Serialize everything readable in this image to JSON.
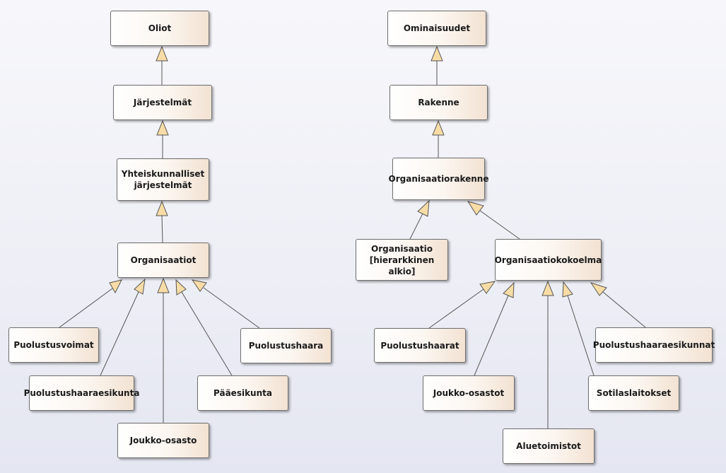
{
  "nodes": {
    "oliot": "Oliot",
    "jarjestelmat": "Järjestelmät",
    "yhteiskunnalliset": "Yhteiskunnalliset\njärjestelmät",
    "organisaatiot": "Organisaatiot",
    "puolustusvoimat": "Puolustusvoimat",
    "puolustushaaraesikunta": "Puolustushaaraesikunta",
    "joukko_osasto": "Joukko-osasto",
    "paaesikunta": "Pääesikunta",
    "puolustushaara": "Puolustushaara",
    "ominaisuudet": "Ominaisuudet",
    "rakenne": "Rakenne",
    "organisaatiorakenne": "Organisaatiorakenne",
    "organisaatio": "Organisaatio\n[hierarkkinen alkio]",
    "organisaatiokokoelma": "Organisaatiokokoelma",
    "puolustushaarat": "Puolustushaarat",
    "joukko_osastot": "Joukko-osastot",
    "aluetoimistot": "Aluetoimistot",
    "sotilaslaitokset": "Sotilaslaitokset",
    "puolustushaaraesikunnat": "Puolustushaaraesikunnat"
  },
  "generalizations": [
    {
      "from": "jarjestelmat",
      "to": "oliot"
    },
    {
      "from": "yhteiskunnalliset",
      "to": "jarjestelmat"
    },
    {
      "from": "organisaatiot",
      "to": "yhteiskunnalliset"
    },
    {
      "from": "puolustusvoimat",
      "to": "organisaatiot"
    },
    {
      "from": "puolustushaaraesikunta",
      "to": "organisaatiot"
    },
    {
      "from": "joukko_osasto",
      "to": "organisaatiot"
    },
    {
      "from": "paaesikunta",
      "to": "organisaatiot"
    },
    {
      "from": "puolustushaara",
      "to": "organisaatiot"
    },
    {
      "from": "rakenne",
      "to": "ominaisuudet"
    },
    {
      "from": "organisaatiorakenne",
      "to": "rakenne"
    },
    {
      "from": "organisaatio",
      "to": "organisaatiorakenne"
    },
    {
      "from": "organisaatiokokoelma",
      "to": "organisaatiorakenne"
    },
    {
      "from": "puolustushaarat",
      "to": "organisaatiokokoelma"
    },
    {
      "from": "joukko_osastot",
      "to": "organisaatiokokoelma"
    },
    {
      "from": "aluetoimistot",
      "to": "organisaatiokokoelma"
    },
    {
      "from": "sotilaslaitokset",
      "to": "organisaatiokokoelma"
    },
    {
      "from": "puolustushaaraesikunnat",
      "to": "organisaatiokokoelma"
    }
  ]
}
